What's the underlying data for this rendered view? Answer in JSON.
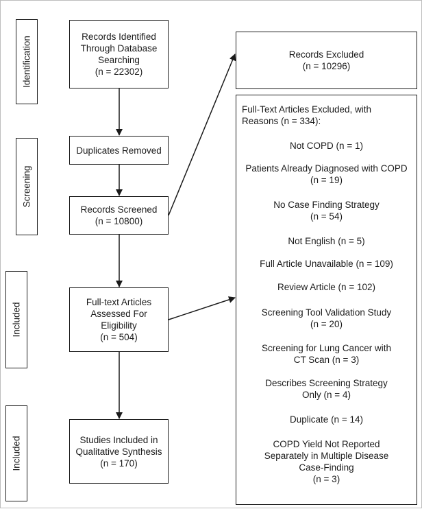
{
  "stages": {
    "identification": "Identification",
    "screening": "Screening",
    "included_1": "Included",
    "included_2": "Included"
  },
  "flow": {
    "identified": {
      "line1": "Records Identified",
      "line2": "Through Database",
      "line3": "Searching",
      "line4": "(n = 22302)"
    },
    "duplicates": {
      "line1": "Duplicates Removed"
    },
    "screened": {
      "line1": "Records Screened",
      "line2": "(n = 10800)"
    },
    "fulltext": {
      "line1": "Full-text Articles",
      "line2": "Assessed For",
      "line3": "Eligibility",
      "line4": "(n = 504)"
    },
    "included": {
      "line1": "Studies Included in",
      "line2": "Qualitative Synthesis",
      "line3": "(n = 170)"
    }
  },
  "excluded_records": {
    "line1": "Records Excluded",
    "line2": "(n = 10296)"
  },
  "excluded_fulltext": {
    "header_line1": "Full-Text Articles Excluded, with",
    "header_line2": "Reasons (n = 334):",
    "reasons": [
      {
        "line1": "Not COPD (n = 1)"
      },
      {
        "line1": "Patients Already Diagnosed with COPD",
        "line2": "(n = 19)"
      },
      {
        "line1": "No Case Finding Strategy",
        "line2": "(n = 54)"
      },
      {
        "line1": "Not English (n = 5)"
      },
      {
        "line1": "Full Article Unavailable (n = 109)"
      },
      {
        "line1": "Review Article (n = 102)"
      },
      {
        "line1": "Screening Tool Validation Study",
        "line2": "(n = 20)"
      },
      {
        "line1": "Screening for Lung Cancer with",
        "line2": "CT Scan (n = 3)"
      },
      {
        "line1": "Describes Screening Strategy",
        "line2": "Only (n = 4)"
      },
      {
        "line1": "Duplicate (n = 14)"
      },
      {
        "line1": "COPD Yield Not Reported",
        "line2": "Separately in Multiple Disease",
        "line3": "Case-Finding",
        "line4": "(n = 3)"
      }
    ]
  }
}
